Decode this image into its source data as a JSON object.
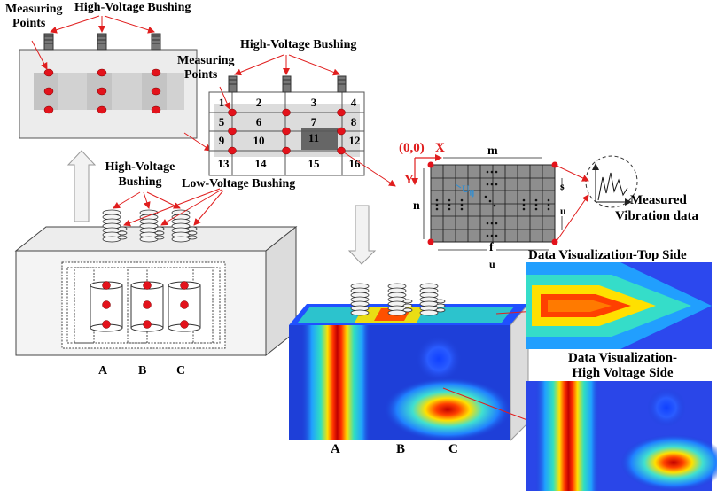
{
  "panel_top_left": {
    "measuring_points": [
      "Measuring",
      "Points"
    ],
    "hv_bushing": "High-Voltage Bushing"
  },
  "panel_grid": {
    "hv_bushing": "High-Voltage Bushing",
    "measuring_points": [
      "Measuring",
      "Points"
    ],
    "cells": [
      "1",
      "2",
      "3",
      "4",
      "5",
      "6",
      "7",
      "8",
      "9",
      "10",
      "11",
      "12",
      "13",
      "14",
      "15",
      "16"
    ]
  },
  "panel_transformer": {
    "hv_bushing": [
      "High-Voltage",
      "Bushing"
    ],
    "lv_bushing": "Low-Voltage Bushing",
    "phases": [
      "A",
      "B",
      "C"
    ]
  },
  "panel_matrix": {
    "origin": "(0,0)",
    "x_axis": "X",
    "y_axis": "Y",
    "top_label": "m",
    "left_label": "n",
    "right_label_s": "s",
    "right_label_u": "u",
    "bottom_label_f": "f",
    "bottom_label_u": "u",
    "cell_label": "U",
    "cell_subscript": "ij",
    "measured_label": [
      "Measured",
      "Vibration data"
    ]
  },
  "panel_heatmap": {
    "phases": [
      "A",
      "B",
      "C"
    ]
  },
  "panel_views": {
    "top_title": "Data Visualization-Top Side",
    "hv_title": [
      "Data Visualization-",
      "High Voltage Side"
    ]
  },
  "colors": {
    "point_red": "#e3121b",
    "arrow_red": "#e01e1e",
    "grid_gray": "#8c8c8c",
    "grid_dark": "#606060",
    "light_gray": "#d4d4d4",
    "heat_blue": "#1e3fd8",
    "heat_red": "#c30000"
  }
}
